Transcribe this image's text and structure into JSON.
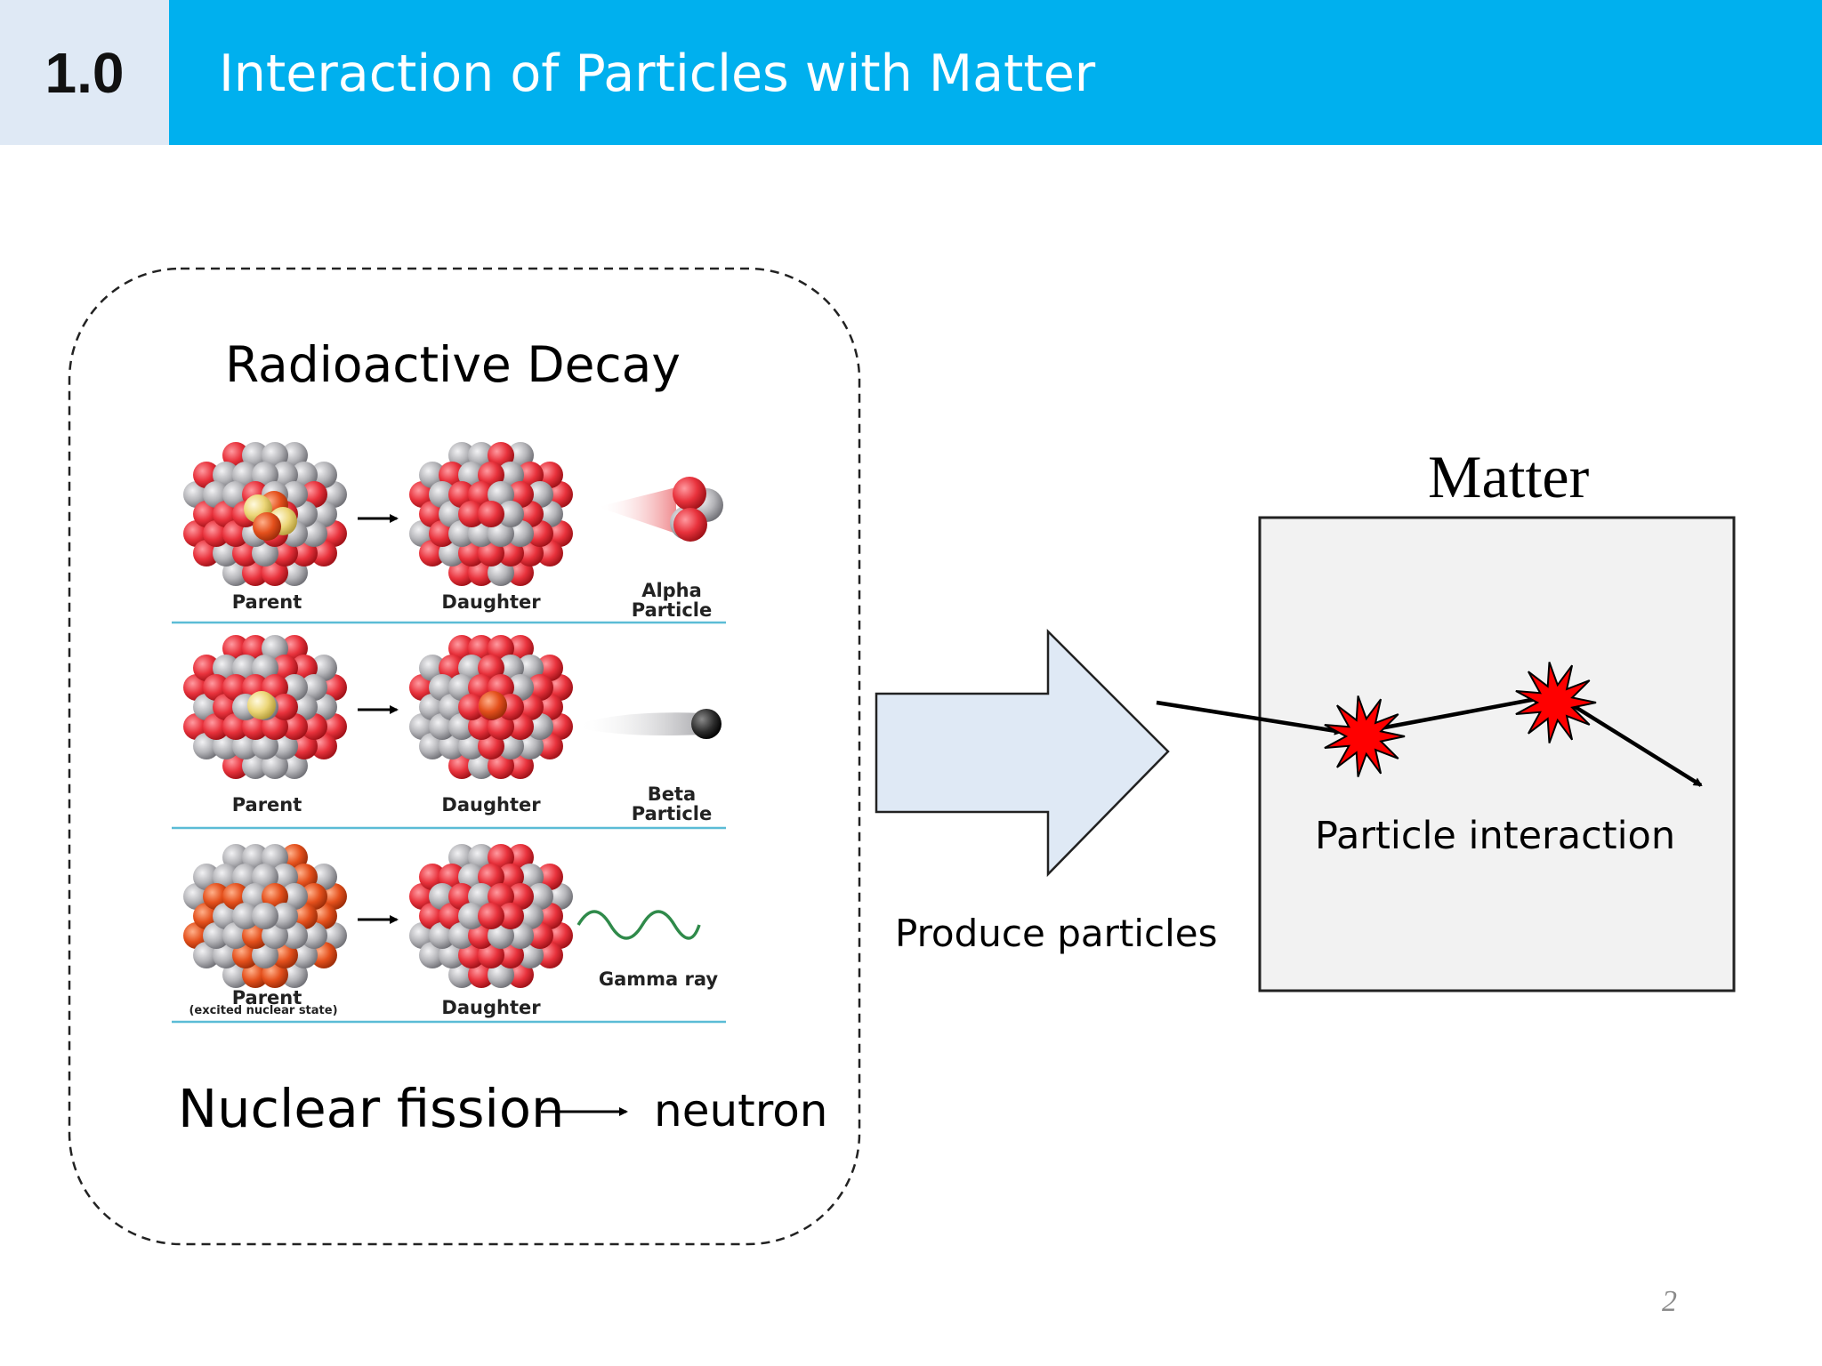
{
  "header": {
    "section_number": "1.0",
    "title": "Interaction of Particles with Matter"
  },
  "left_panel": {
    "title": "Radioactive Decay",
    "rows": [
      {
        "parent": "Parent",
        "daughter": "Daughter",
        "emission": "Alpha Particle",
        "emission_line1": "Alpha",
        "emission_line2": "Particle"
      },
      {
        "parent": "Parent",
        "daughter": "Daughter",
        "emission": "Beta Particle",
        "emission_line1": "Beta",
        "emission_line2": "Particle"
      },
      {
        "parent": "Parent",
        "parent_note": "(excited nuclear state)",
        "daughter": "Daughter",
        "emission": "Gamma ray"
      }
    ],
    "fission_label": "Nuclear fission",
    "fission_product": "neutron"
  },
  "arrow_label": "Produce particles",
  "matter": {
    "title": "Matter",
    "caption": "Particle interaction"
  },
  "page_number": "2",
  "colors": {
    "header_bar": "#00b0ee",
    "section_box": "#dfe9f5",
    "arrow_fill": "#dfe9f5",
    "matter_box_fill": "#f2f2f2",
    "proton": "#e8323c",
    "neutron": "#b4b4b8",
    "burst": "#ff0000",
    "separator": "#5bbcd6"
  }
}
